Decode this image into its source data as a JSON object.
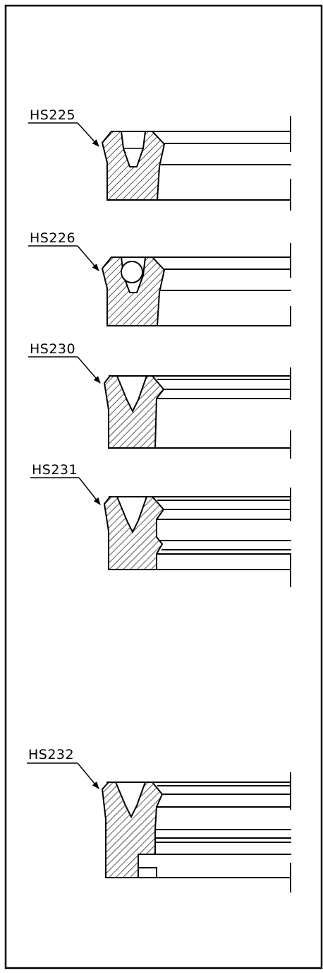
{
  "drawing": {
    "callouts": [
      {
        "id": "seal-1",
        "label": "HS225"
      },
      {
        "id": "seal-2",
        "label": "HS226"
      },
      {
        "id": "seal-3",
        "label": "HS230"
      },
      {
        "id": "seal-4",
        "label": "HS231"
      },
      {
        "id": "seal-5",
        "label": "HS232"
      }
    ]
  },
  "colors": {
    "line": "#000000",
    "background": "#ffffff"
  }
}
